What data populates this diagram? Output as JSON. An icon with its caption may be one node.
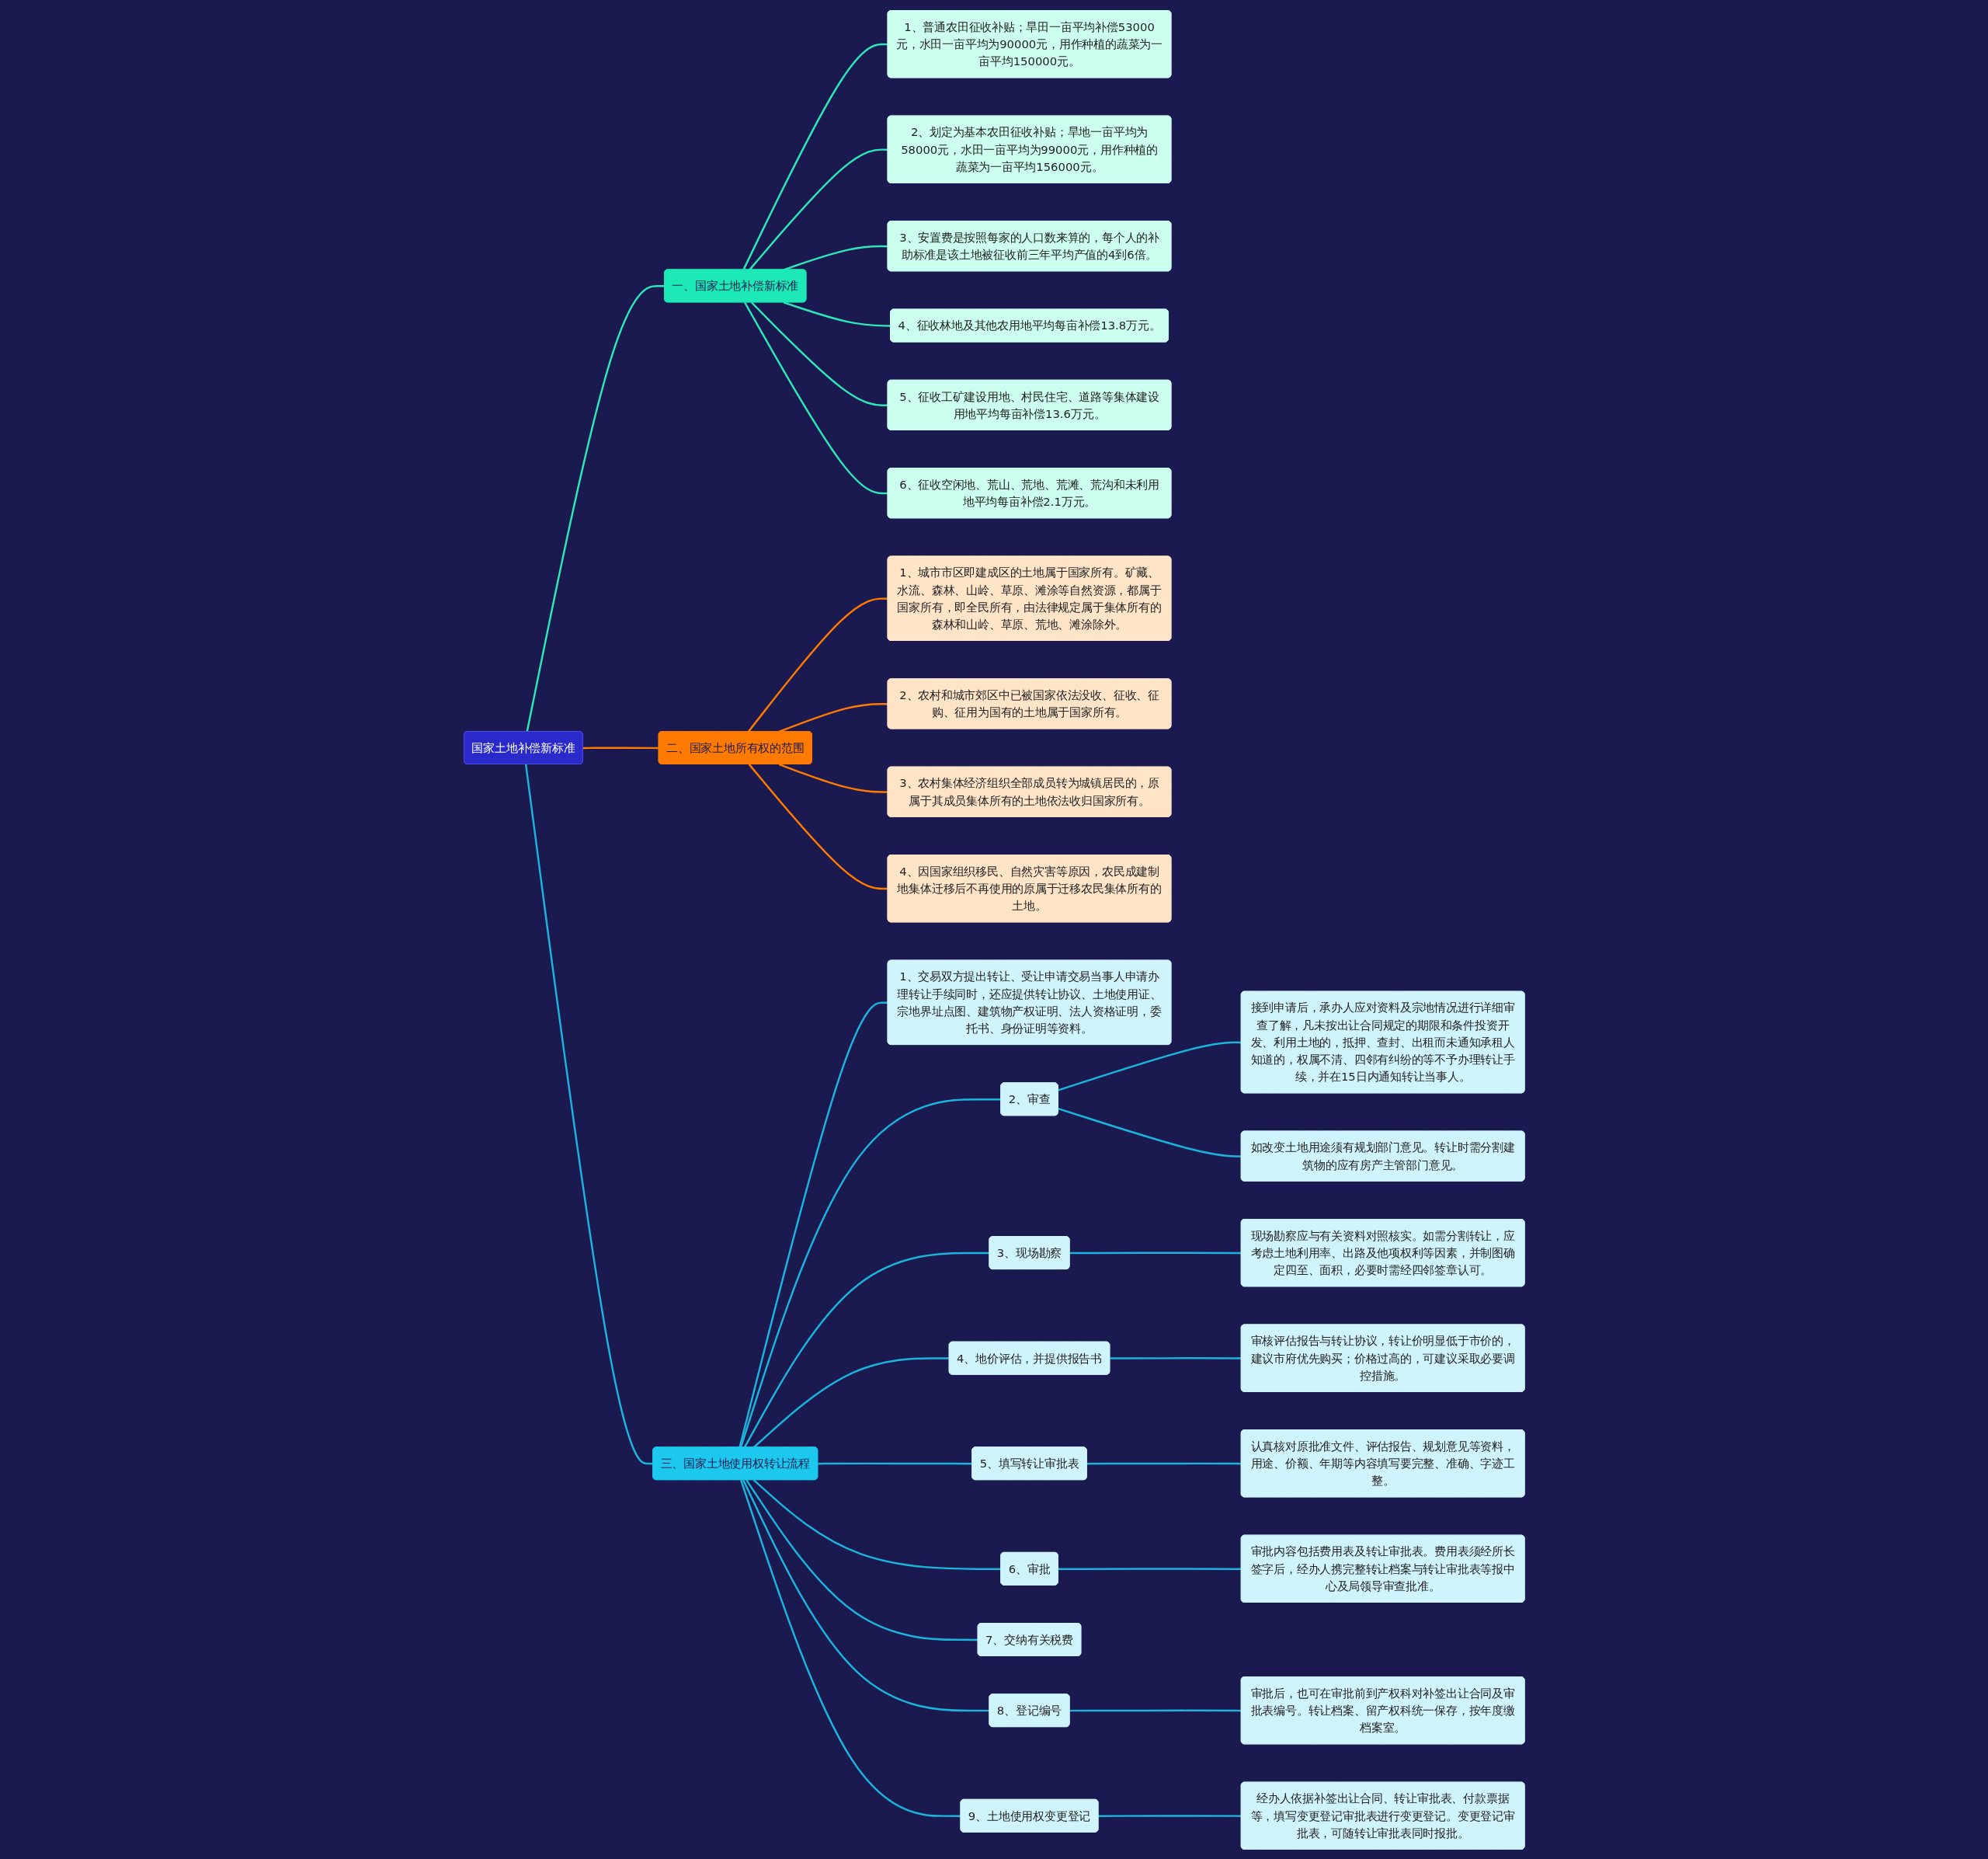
{
  "diagram": {
    "nodes": [
      {
        "text": [
          "国家土地补偿新标准"
        ]
      },
      {
        "text": [
          "一、国家土地补偿新标准"
        ]
      },
      {
        "text": [
          "1、普通农田征收补贴；旱田一亩平均补偿53000元，水田一亩平均为90000元，用作种植的蔬菜为一亩平均150000元。"
        ]
      },
      {
        "text": [
          "2、划定为基本农田征收补贴；旱地一亩平均为58000元，水田一亩平均为99000元，用作种植的蔬菜为一亩平均156000元。"
        ]
      },
      {
        "text": [
          "3、安置费是按照每家的人口数来算的，每个人的补助标准是该土地被征收前三年平均产值的4到6倍。"
        ]
      },
      {
        "text": [
          "4、征收林地及其他农用地平均每亩补偿13.8万元。"
        ]
      },
      {
        "text": [
          "5、征收工矿建设用地、村民住宅、道路等集体建设用地平均每亩补偿13.6万元。"
        ]
      },
      {
        "text": [
          "6、征收空闲地、荒山、荒地、荒滩、荒沟和未利用地平均每亩补偿2.1万元。"
        ]
      },
      {
        "text": [
          "二、国家土地所有权的范围"
        ]
      },
      {
        "text": [
          "1、城市市区即建成区的土地属于国家所有。矿藏、水流、森林、山岭、草原、滩涂等自然资源，都属于国家所有，即全民所有，由法律规定属于集体所有的森林和山岭、草原、荒地、滩涂除外。"
        ]
      },
      {
        "text": [
          "2、农村和城市郊区中已被国家依法没收、征收、征购、征用为国有的土地属于国家所有。"
        ]
      },
      {
        "text": [
          "3、农村集体经济组织全部成员转为城镇居民的，原属于其成员集体所有的土地依法收归国家所有。"
        ]
      },
      {
        "text": [
          "4、因国家组织移民、自然灾害等原因，农民成建制地集体迁移后不再使用的原属于迁移农民集体所有的土地。"
        ]
      },
      {
        "text": [
          "三、国家土地使用权转让流程"
        ]
      },
      {
        "text": [
          "1、交易双方提出转让、受让申请交易当事人申请办理转让手续同时，还应提供转让协议、土地使用证、宗地界址点图、建筑物产权证明、法人资格证明，委托书、身份证明等资料。"
        ]
      },
      {
        "text": [
          "2、审查"
        ]
      },
      {
        "text": [
          "接到申请后，承办人应对资料及宗地情况进行详细审查了解，凡未按出让合同规定的期限和条件投资开发、利用土地的，抵押、查封、出租而未通知承租人知道的，权属不清、四邻有纠纷的等不予办理转让手续，并在15日内通知转让当事人。"
        ]
      },
      {
        "text": [
          "如改变土地用途须有规划部门意见。转让时需分割建筑物的应有房产主管部门意见。"
        ]
      },
      {
        "text": [
          "3、现场勘察"
        ]
      },
      {
        "text": [
          "现场勘察应与有关资料对照核实。如需分割转让，应考虑土地利用率、出路及他项权利等因素，并制图确定四至、面积，必要时需经四邻签章认可。"
        ]
      },
      {
        "text": [
          "4、地价评估，并提供报告书"
        ]
      },
      {
        "text": [
          "审核评估报告与转让协议，转让价明显低于市价的，建议市府优先购买；价格过高的，可建议采取必要调控措施。"
        ]
      },
      {
        "text": [
          "5、填写转让审批表"
        ]
      },
      {
        "text": [
          "认真核对原批准文件、评估报告、规划意见等资料，用途、价额、年期等内容填写要完整、准确、字迹工整。"
        ]
      },
      {
        "text": [
          "6、审批"
        ]
      },
      {
        "text": [
          "审批内容包括费用表及转让审批表。费用表须经所长签字后，经办人携完整转让档案与转让审批表等报中心及局领导审查批准。"
        ]
      },
      {
        "text": [
          "7、交纳有关税费"
        ]
      },
      {
        "text": [
          "8、登记编号"
        ]
      },
      {
        "text": [
          "审批后，也可在审批前到产权科对补签出让合同及审批表编号。转让档案、留产权科统一保存，按年度缴档案室。"
        ]
      },
      {
        "text": [
          "9、土地使用权变更登记"
        ]
      },
      {
        "text": [
          "经办人依据补签出让合同、转让审批表、付款票据等，填写变更登记审批表进行变更登记。变更登记审批表，可随转让审批表同时报批。"
        ]
      }
    ],
    "edges": [
      {
        "from": 0,
        "to": 1,
        "arrow": "none",
        "color": "#2ee6b8"
      },
      {
        "from": 1,
        "to": 2,
        "arrow": "none",
        "color": "#2ee6b8"
      },
      {
        "from": 1,
        "to": 3,
        "arrow": "none",
        "color": "#2ee6b8"
      },
      {
        "from": 1,
        "to": 4,
        "arrow": "none",
        "color": "#2ee6b8"
      },
      {
        "from": 1,
        "to": 5,
        "arrow": "none",
        "color": "#2ee6b8"
      },
      {
        "from": 1,
        "to": 6,
        "arrow": "none",
        "color": "#2ee6b8"
      },
      {
        "from": 1,
        "to": 7,
        "arrow": "none",
        "color": "#2ee6b8"
      },
      {
        "from": 0,
        "to": 8,
        "arrow": "none",
        "color": "#ff7a00"
      },
      {
        "from": 8,
        "to": 9,
        "arrow": "none",
        "color": "#ff7a00"
      },
      {
        "from": 8,
        "to": 10,
        "arrow": "none",
        "color": "#ff7a00"
      },
      {
        "from": 8,
        "to": 11,
        "arrow": "none",
        "color": "#ff7a00"
      },
      {
        "from": 8,
        "to": 12,
        "arrow": "none",
        "color": "#ff7a00"
      },
      {
        "from": 0,
        "to": 13,
        "arrow": "none"
      },
      {
        "from": 13,
        "to": 14,
        "arrow": "none"
      },
      {
        "from": 13,
        "to": 15,
        "arrow": "none"
      },
      {
        "from": 15,
        "to": 16,
        "arrow": "none"
      },
      {
        "from": 15,
        "to": 17,
        "arrow": "none"
      },
      {
        "from": 13,
        "to": 18,
        "arrow": "none"
      },
      {
        "from": 18,
        "to": 19,
        "arrow": "none"
      },
      {
        "from": 13,
        "to": 20,
        "arrow": "none"
      },
      {
        "from": 20,
        "to": 21,
        "arrow": "none"
      },
      {
        "from": 13,
        "to": 22,
        "arrow": "none"
      },
      {
        "from": 22,
        "to": 23,
        "arrow": "none"
      },
      {
        "from": 13,
        "to": 24,
        "arrow": "none"
      },
      {
        "from": 24,
        "to": 25,
        "arrow": "none"
      },
      {
        "from": 13,
        "to": 26,
        "arrow": "none"
      },
      {
        "from": 13,
        "to": 27,
        "arrow": "none"
      },
      {
        "from": 27,
        "to": 28,
        "arrow": "none"
      },
      {
        "from": 13,
        "to": 29,
        "arrow": "none"
      },
      {
        "from": 29,
        "to": 30,
        "arrow": "none"
      }
    ]
  }
}
